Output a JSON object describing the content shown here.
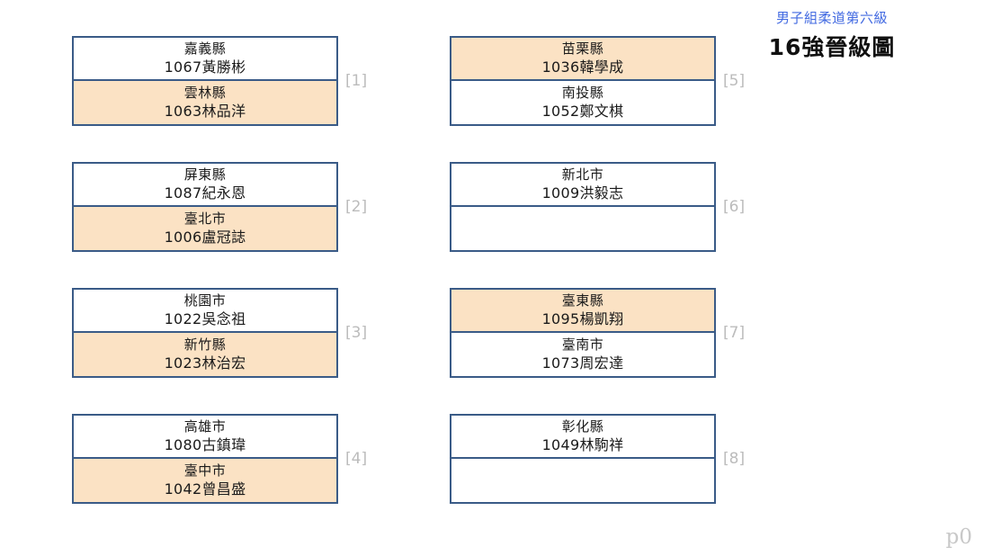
{
  "header": {
    "subtitle": "男子組柔道第六級",
    "title": "16強晉級圖"
  },
  "footer": {
    "page_label": "p0"
  },
  "colors": {
    "border": "#3a5b87",
    "winner_fill": "#fbe2c4",
    "subtitle": "#4169e1",
    "index_label": "#bcbcbc",
    "footer": "#c8c8c8"
  },
  "columns": [
    {
      "name": "left-column",
      "matches": [
        {
          "index_label": "[1]",
          "top": {
            "team": "嘉義縣",
            "player": "1067黃勝彬",
            "winner": false,
            "empty": false
          },
          "bottom": {
            "team": "雲林縣",
            "player": "1063林品洋",
            "winner": true,
            "empty": false
          }
        },
        {
          "index_label": "[2]",
          "top": {
            "team": "屏東縣",
            "player": "1087紀永恩",
            "winner": false,
            "empty": false
          },
          "bottom": {
            "team": "臺北市",
            "player": "1006盧冠誌",
            "winner": true,
            "empty": false
          }
        },
        {
          "index_label": "[3]",
          "top": {
            "team": "桃園市",
            "player": "1022吳念祖",
            "winner": false,
            "empty": false
          },
          "bottom": {
            "team": "新竹縣",
            "player": "1023林治宏",
            "winner": true,
            "empty": false
          }
        },
        {
          "index_label": "[4]",
          "top": {
            "team": "高雄市",
            "player": "1080古鎮瑋",
            "winner": false,
            "empty": false
          },
          "bottom": {
            "team": "臺中市",
            "player": "1042曾昌盛",
            "winner": true,
            "empty": false
          }
        }
      ]
    },
    {
      "name": "right-column",
      "matches": [
        {
          "index_label": "[5]",
          "top": {
            "team": "苗栗縣",
            "player": "1036韓學成",
            "winner": true,
            "empty": false
          },
          "bottom": {
            "team": "南投縣",
            "player": "1052鄭文棋",
            "winner": false,
            "empty": false
          }
        },
        {
          "index_label": "[6]",
          "top": {
            "team": "新北市",
            "player": "1009洪毅志",
            "winner": false,
            "empty": false
          },
          "bottom": {
            "team": "",
            "player": "",
            "winner": false,
            "empty": true
          }
        },
        {
          "index_label": "[7]",
          "top": {
            "team": "臺東縣",
            "player": "1095楊凱翔",
            "winner": true,
            "empty": false
          },
          "bottom": {
            "team": "臺南市",
            "player": "1073周宏達",
            "winner": false,
            "empty": false
          }
        },
        {
          "index_label": "[8]",
          "top": {
            "team": "彰化縣",
            "player": "1049林駒祥",
            "winner": false,
            "empty": false
          },
          "bottom": {
            "team": "",
            "player": "",
            "winner": false,
            "empty": true
          }
        }
      ]
    }
  ]
}
